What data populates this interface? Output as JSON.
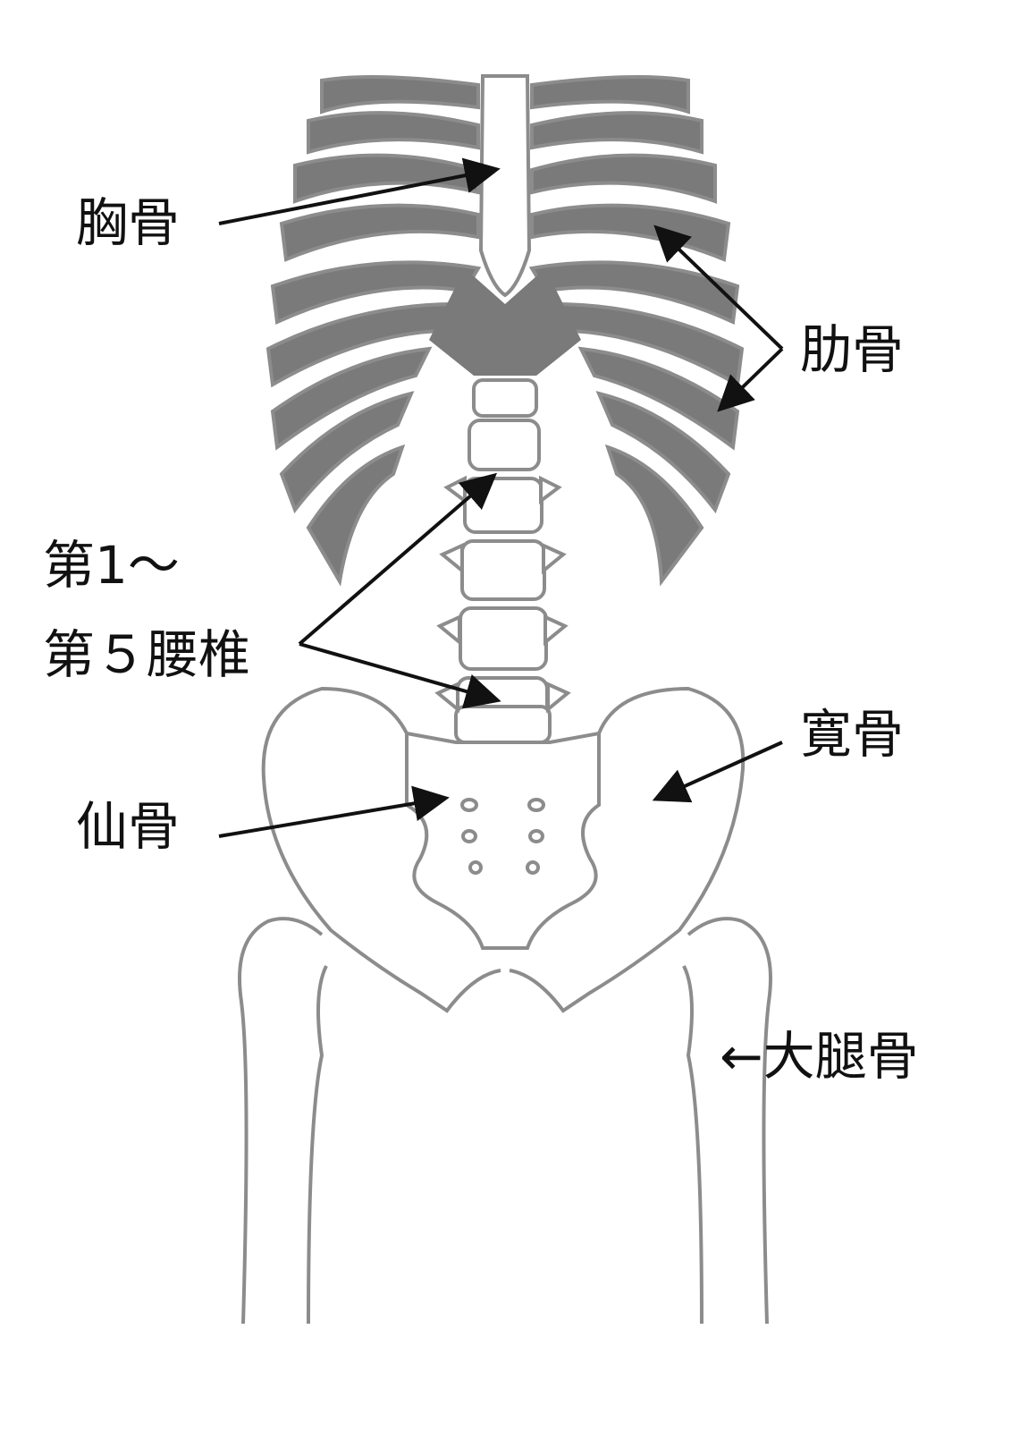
{
  "labels": {
    "sternum": "胸骨",
    "ribs": "肋骨",
    "lumbar_line1": "第1～",
    "lumbar_line2": "第５腰椎",
    "hip_bone": "寛骨",
    "sacrum": "仙骨",
    "femur": "←大腿骨"
  },
  "colors": {
    "bone_fill": "#7a7a7a",
    "bone_outline": "#8c8c8c",
    "arrow": "#111111",
    "text": "#111111"
  }
}
